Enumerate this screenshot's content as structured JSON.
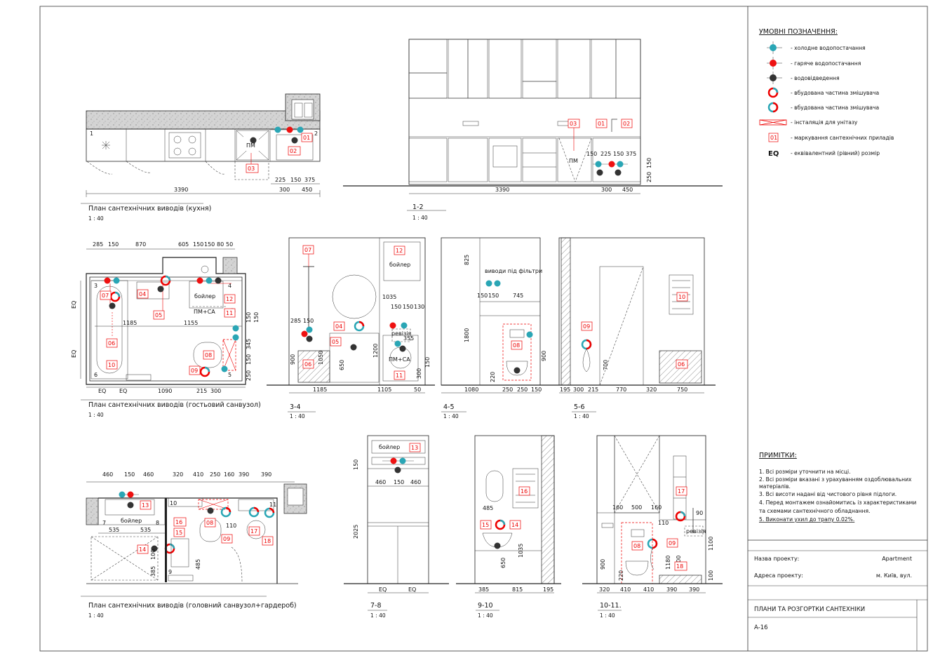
{
  "legend": {
    "title": "УМОВНІ ПОЗНАЧЕННЯ:",
    "items": [
      {
        "icon": "cold-water-icon",
        "label": "- холодне водопостачання"
      },
      {
        "icon": "hot-water-icon",
        "label": "- гаряче водопостачання"
      },
      {
        "icon": "drain-icon",
        "label": "- водовідведення"
      },
      {
        "icon": "mixer-embedded-icon-a",
        "label": "- вбудована частина змішувача"
      },
      {
        "icon": "mixer-embedded-icon-b",
        "label": "- вбудована частина змішувача"
      },
      {
        "icon": "toilet-installation-icon",
        "label": "- інсталяція для унітазу"
      },
      {
        "icon": "fixture-mark-icon",
        "mark": "01",
        "label": "- маркування сантехнічних приладів"
      },
      {
        "icon": "eq-icon",
        "mark": "EQ",
        "label": "- еквівалентний (рівний) розмір"
      }
    ]
  },
  "notes": {
    "title": "ПРИМІТКИ:",
    "items": [
      "1. Всі розміри уточнити на місці.",
      "2. Всі розміри вказані з урахуванням оздоблювальних",
      "матеріалів.",
      "3. Всі висоти надані від чистового рівня підлоги.",
      "4. Перед монтажем ознайомитись із характеристиками",
      "та схемами сантехнічного обладнання.",
      "5. Виконати ухил до трапу 0.02%."
    ]
  },
  "project": {
    "name_label": "Назва проекту:",
    "name_value": "Apartment",
    "address_label": "Адреса проекту:",
    "address_value": "м. Київ, вул.",
    "sheet_title": "ПЛАНИ ТА РОЗГОРТКИ САНТЕХНІКИ",
    "sheet_code": "A-16"
  },
  "colors": {
    "cold": "#2aa6b5",
    "hot": "#ee1111",
    "drain": "#333333",
    "mark": "#ee1111"
  },
  "views": {
    "kitchen_plan": {
      "title": "План сантехнічних виводів (кухня)",
      "scale": "1 : 40",
      "dims": [
        "3390",
        "225",
        "150",
        "375",
        "300",
        "450"
      ],
      "labels": [
        "1",
        "2",
        "ПМ"
      ],
      "marks": [
        "01",
        "02",
        "03"
      ]
    },
    "elev_1_2": {
      "title": "1-2",
      "scale": "1 : 40",
      "dims": [
        "3390",
        "150",
        "225",
        "150",
        "375",
        "300",
        "450",
        "250",
        "150"
      ],
      "labels": [
        "ПМ"
      ],
      "marks": [
        "03",
        "01",
        "02"
      ]
    },
    "guest_plan": {
      "title": "План сантехнічних виводів (гостьовий санвузол)",
      "scale": "1 : 40",
      "dims_top": [
        "285",
        "150",
        "870",
        "605",
        "150",
        "150",
        "80",
        "50"
      ],
      "dims_bottom": [
        "EQ",
        "EQ",
        "1090",
        "215",
        "300"
      ],
      "dims_mid": [
        "1185",
        "1155"
      ],
      "dims_left": [
        "EQ",
        "EQ"
      ],
      "dims_right": [
        "150",
        "150",
        "345",
        "150",
        "250"
      ],
      "labels": [
        "3",
        "4",
        "6",
        "5",
        "бойлер",
        "ПМ+СА"
      ],
      "marks": [
        "07",
        "04",
        "05",
        "06",
        "10",
        "12",
        "11",
        "08",
        "09"
      ]
    },
    "elev_3_4": {
      "title": "3-4",
      "scale": "1 : 40",
      "dims": [
        "285",
        "150",
        "1035",
        "150",
        "150",
        "130",
        "355",
        "900",
        "1050",
        "650",
        "1200",
        "300",
        "150",
        "1185",
        "1105",
        "50"
      ],
      "labels": [
        "бойлер",
        "ревізія",
        "ПМ+СА"
      ],
      "marks": [
        "07",
        "12",
        "04",
        "05",
        "06",
        "11"
      ]
    },
    "elev_4_5": {
      "title": "4-5",
      "scale": "1 : 40",
      "dims": [
        "825",
        "150",
        "150",
        "745",
        "1800",
        "900",
        "220",
        "1080",
        "250",
        "250",
        "150"
      ],
      "labels": [
        "виводи під фільтри"
      ],
      "marks": [
        "08"
      ]
    },
    "elev_5_6": {
      "title": "5-6",
      "scale": "1 : 40",
      "dims": [
        "700",
        "195",
        "300",
        "215",
        "770",
        "320",
        "750"
      ],
      "marks": [
        "10",
        "09",
        "06"
      ]
    },
    "main_plan": {
      "title": "План сантехнічних виводів (головний санвузол+гардероб)",
      "scale": "1 : 40",
      "dims_top": [
        "460",
        "150",
        "460",
        "320",
        "410",
        "250",
        "160",
        "390",
        "390"
      ],
      "dims_mid": [
        "535",
        "535"
      ],
      "dims_small": [
        "385",
        "100",
        "485",
        "110"
      ],
      "labels": [
        "7",
        "8",
        "9",
        "10",
        "11",
        "бойлер"
      ],
      "marks": [
        "13",
        "16",
        "15",
        "14",
        "08",
        "09",
        "17",
        "18"
      ]
    },
    "elev_7_8": {
      "title": "7-8",
      "scale": "1 : 40",
      "dims": [
        "150",
        "460",
        "150",
        "460",
        "2025",
        "EQ",
        "EQ"
      ],
      "labels": [
        "бойлер"
      ],
      "marks": [
        "13"
      ]
    },
    "elev_9_10": {
      "title": "9-10",
      "scale": "1 : 40",
      "dims": [
        "485",
        "650",
        "1035",
        "385",
        "815",
        "195"
      ],
      "marks": [
        "16",
        "15",
        "14"
      ]
    },
    "elev_10_11": {
      "title": "10-11.",
      "scale": "1 : 40",
      "dims": [
        "160",
        "500",
        "160",
        "110",
        "1180",
        "1100",
        "900",
        "220",
        "90",
        "100",
        "1100",
        "320",
        "410",
        "410",
        "390",
        "390"
      ],
      "labels": [
        "ревізія"
      ],
      "marks": [
        "17",
        "08",
        "09",
        "18"
      ]
    }
  }
}
